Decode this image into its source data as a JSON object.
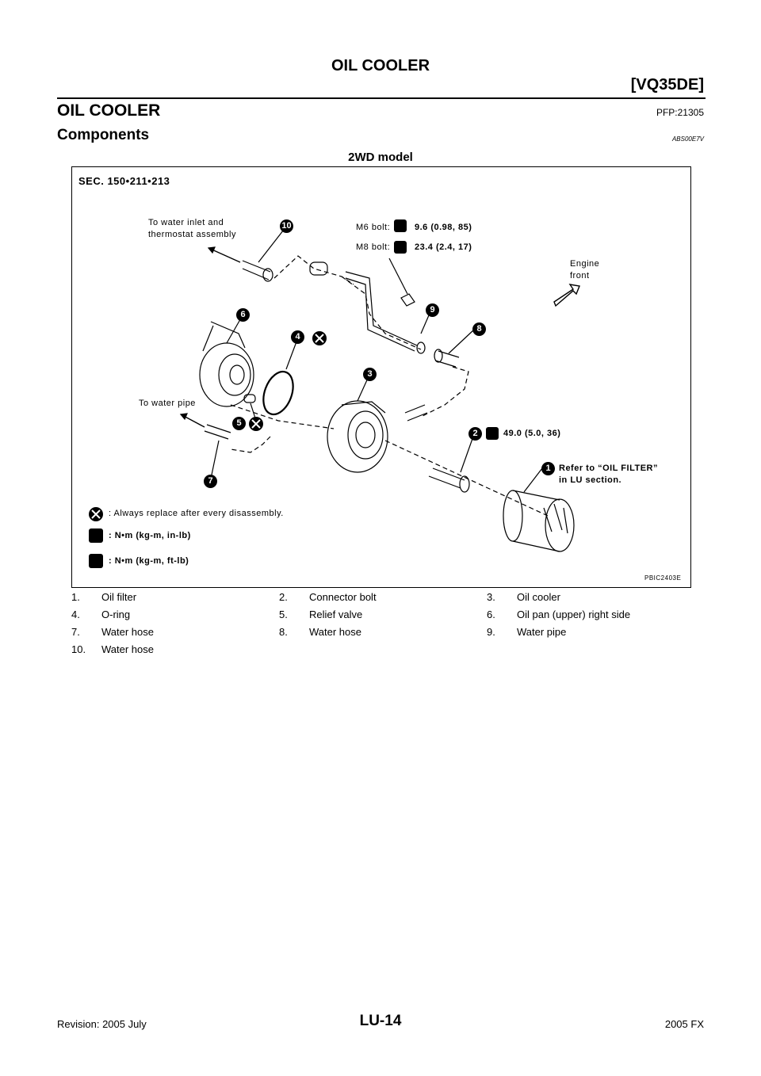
{
  "header": {
    "title": "OIL COOLER",
    "engine_code": "[VQ35DE]"
  },
  "section": {
    "title": "OIL COOLER",
    "code": "PFP:21305"
  },
  "subsection": {
    "title": "Components",
    "code": "ABS00E7V"
  },
  "figure": {
    "model_label": "2WD model",
    "sec_label": "SEC. 150•211•213",
    "label_water_inlet_line1": "To water inlet and",
    "label_water_inlet_line2": "thermostat assembly",
    "m6_label": "M6 bolt:",
    "m6_torque": "9.6 (0.98, 85)",
    "m8_label": "M8 bolt:",
    "m8_torque": "23.4 (2.4, 17)",
    "engine_front_line1": "Engine",
    "engine_front_line2": "front",
    "water_pipe_label": "To water pipe",
    "bolt2_torque": "49.0 (5.0, 36)",
    "refer_line1": "Refer to  “OIL FILTER”",
    "refer_line2": "in LU section.",
    "legend_replace": ": Always replace after every disassembly.",
    "legend_inlb": ":  N•m  (kg-m,  in-lb)",
    "legend_ftlb": ":  N•m  (kg-m,  ft-lb)",
    "figure_code": "PBIC2403E",
    "callouts": [
      "1",
      "2",
      "3",
      "4",
      "5",
      "6",
      "7",
      "8",
      "9",
      "10"
    ]
  },
  "legend": [
    [
      {
        "num": "1.",
        "label": "Oil filter"
      },
      {
        "num": "2.",
        "label": "Connector bolt"
      },
      {
        "num": "3.",
        "label": "Oil cooler"
      }
    ],
    [
      {
        "num": "4.",
        "label": "O-ring"
      },
      {
        "num": "5.",
        "label": "Relief valve"
      },
      {
        "num": "6.",
        "label": "Oil pan (upper) right side"
      }
    ],
    [
      {
        "num": "7.",
        "label": "Water hose"
      },
      {
        "num": "8.",
        "label": "Water hose"
      },
      {
        "num": "9.",
        "label": "Water pipe"
      }
    ],
    [
      {
        "num": "10.",
        "label": "Water hose"
      }
    ]
  ],
  "footer": {
    "revision": "Revision: 2005 July",
    "page": "LU-14",
    "model": "2005 FX"
  }
}
